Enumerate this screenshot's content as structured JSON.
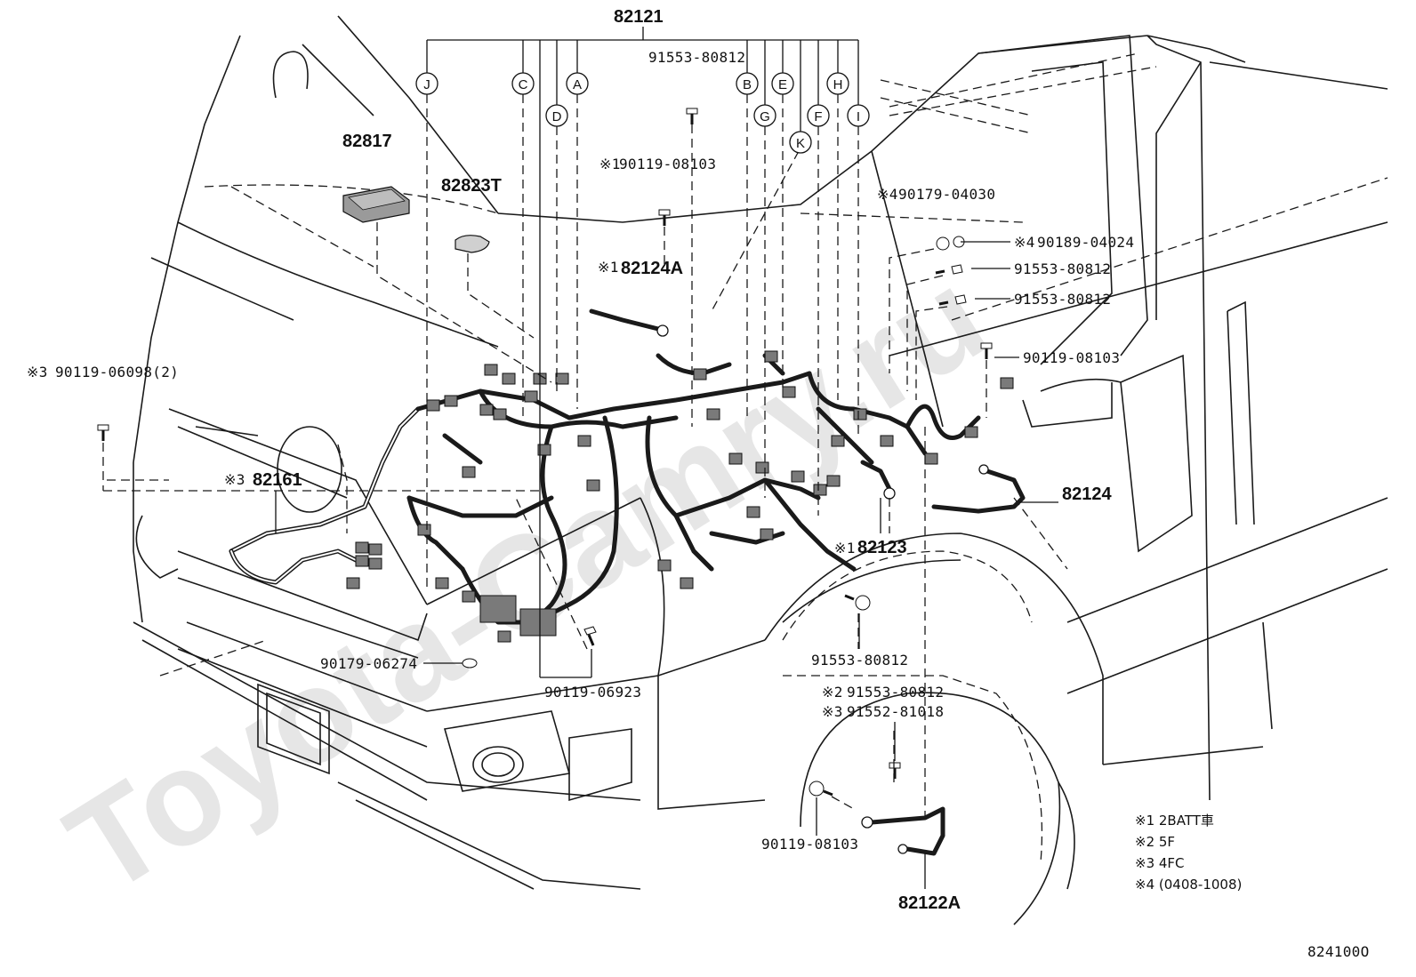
{
  "watermark": "Toyota-Camry.ru",
  "diagram_id": "824100O",
  "callout_letters": {
    "a": "A",
    "b": "B",
    "c": "C",
    "d": "D",
    "e": "E",
    "f": "F",
    "g": "G",
    "h": "H",
    "i": "I",
    "j": "J",
    "k": "K"
  },
  "parts": {
    "p82121": "82121",
    "p82817": "82817",
    "p82823t": "82823T",
    "p82124a": "82124A",
    "p82161": "82161",
    "p82124": "82124",
    "p82123": "82123",
    "p82122a": "82122A",
    "b91553_top": "91553-80812",
    "b90119_08103_top": "90119-08103",
    "b90179_04030": "90179-04030",
    "b90189_04024": "90189-04024",
    "b91553_r1": "91553-80812",
    "b91553_r2": "91553-80812",
    "b90119_08103_r": "90119-08103",
    "b90119_06098": "90119-06098(2)",
    "b90179_06274": "90179-06274",
    "b90119_06923": "90119-06923",
    "b91553_bot": "91553-80812",
    "b91553_n2": "91553-80812",
    "b91552_n3": "91552-81018",
    "b90119_08103_bot": "90119-08103"
  },
  "marks": {
    "m1": "※1",
    "m2": "※2",
    "m3": "※3",
    "m4": "※4"
  },
  "notes": [
    "※1 2BATT車",
    "※2 5F",
    "※3 4FC",
    "※4 (0408-1008)"
  ],
  "colors": {
    "line": "#1a1a1a",
    "connector": "#7a7a7a",
    "watermark": "#e6e6e6"
  }
}
